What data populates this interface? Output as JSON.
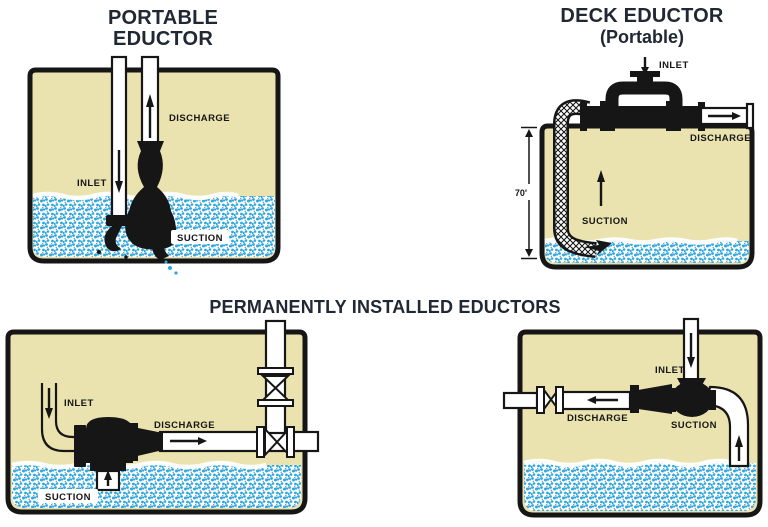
{
  "colors": {
    "tank_fill": "#ebe3af",
    "water_blue": "#2aa7e0",
    "ink": "#161616",
    "title_ink": "#202833"
  },
  "titles": {
    "portable_line1": "PORTABLE",
    "portable_line2": "EDUCTOR",
    "deck_line1": "DECK EDUCTOR",
    "deck_line2": "(Portable)",
    "permanent": "PERMANENTLY INSTALLED EDUCTORS"
  },
  "portable": {
    "discharge": "DISCHARGE",
    "inlet": "INLET",
    "suction": "SUCTION"
  },
  "deck": {
    "inlet": "INLET",
    "discharge": "DISCHARGE",
    "suction": "SUCTION",
    "depth": "70'"
  },
  "permanent_left": {
    "inlet": "INLET",
    "discharge": "DISCHARGE",
    "suction": "SUCTION"
  },
  "permanent_right": {
    "inlet": "INLET",
    "discharge": "DISCHARGE",
    "suction": "SUCTION"
  }
}
